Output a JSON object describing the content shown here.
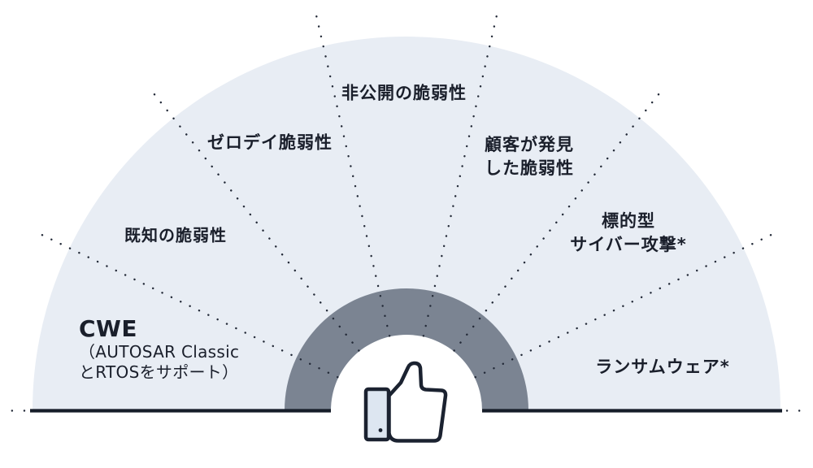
{
  "diagram": {
    "type": "semicircular-fan",
    "description": "Fan-shaped half-circle diagram divided into 7 dotted segments with a thumbs-up icon at the hub",
    "segments": [
      {
        "name": "cwe",
        "lines": [
          "CWE",
          "（AUTOSAR Classic",
          "とRTOSをサポート）"
        ]
      },
      {
        "name": "known-vulnerability",
        "lines": [
          "既知の脆弱性"
        ]
      },
      {
        "name": "zero-day-vulnerability",
        "lines": [
          "ゼロデイ脆弱性"
        ]
      },
      {
        "name": "undisclosed-vulnerability",
        "lines": [
          "非公開の脆弱性"
        ]
      },
      {
        "name": "customer-discovered-vulnerability",
        "lines": [
          "顧客が発見",
          "した脆弱性"
        ]
      },
      {
        "name": "targeted-cyber-attack",
        "lines": [
          "標的型",
          "サイバー攻撃*"
        ]
      },
      {
        "name": "ransomware",
        "lines": [
          "ランサムウェア*"
        ]
      }
    ],
    "center_icon": "thumbs-up-icon",
    "colors": {
      "background": "#ffffff",
      "fan_fill": "#e8edf4",
      "inner_ring": "#7b8492",
      "outline": "#161d29",
      "dotted_line": "#232a38",
      "text": "#1a1f2b",
      "icon_cuff_fill": "#dde6f1",
      "icon_hand_fill": "#ffffff"
    }
  }
}
